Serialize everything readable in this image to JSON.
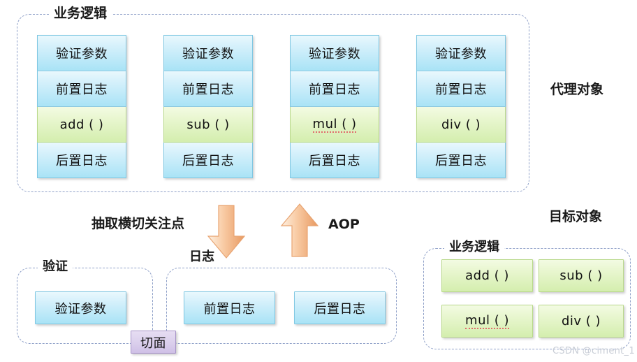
{
  "diagram": {
    "title_proxy_group": "业务逻辑",
    "proxy_object_label": "代理对象",
    "target_object_label": "目标对象",
    "target_group_title": "业务逻辑",
    "extract_label": "抽取横切关注点",
    "aop_label": "AOP",
    "validate_group_title": "验证",
    "log_group_title": "日志",
    "aspect_label": "切面",
    "watermark": "CSDN @ciment_1",
    "colors": {
      "blue_cell": "#a9e3f6",
      "green_cell": "#d4eeae",
      "purple_cell": "#cfc0e6",
      "dashed_border": "#8fa0c8",
      "arrow_orange": "#f3b174"
    },
    "proxy_columns": [
      {
        "method": "add ( )",
        "rows": [
          "验证参数",
          "前置日志",
          "add ( )",
          "后置日志"
        ],
        "misspelled": false
      },
      {
        "method": "sub ( )",
        "rows": [
          "验证参数",
          "前置日志",
          "sub ( )",
          "后置日志"
        ],
        "misspelled": false
      },
      {
        "method": "mul ( )",
        "rows": [
          "验证参数",
          "前置日志",
          "mul ( )",
          "后置日志"
        ],
        "misspelled": true
      },
      {
        "method": "div ( )",
        "rows": [
          "验证参数",
          "前置日志",
          "div ( )",
          "后置日志"
        ],
        "misspelled": false
      }
    ],
    "validate_cells": [
      "验证参数"
    ],
    "log_cells": [
      "前置日志",
      "后置日志"
    ],
    "target_cells": [
      "add ( )",
      "sub ( )",
      "mul ( )",
      "div ( )"
    ]
  }
}
